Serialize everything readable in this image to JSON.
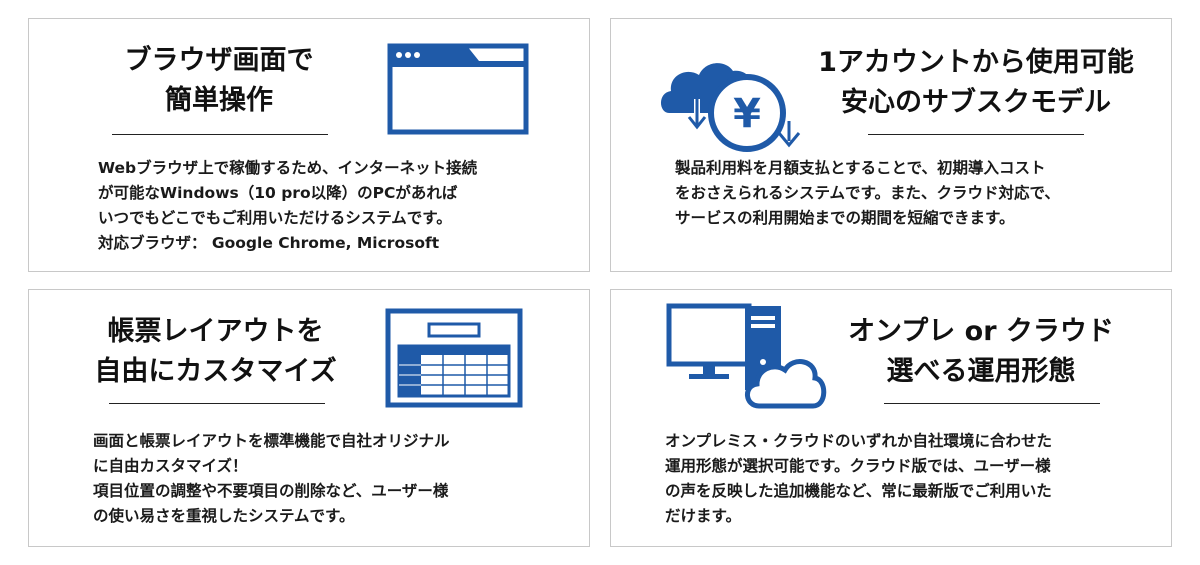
{
  "cards": [
    {
      "title": [
        "ブラウザ画面で",
        "簡単操作"
      ],
      "body": [
        "Webブラウザ上で稼働するため、インターネット接続",
        "が可能なWindows（10 pro以降）のPCがあれば",
        "いつでもどこでもご利用いただけるシステムです。",
        "対応ブラウザ： Google Chrome, Microsoft"
      ],
      "icon": "browser-window-icon"
    },
    {
      "title": [
        "1アカウントから使用可能",
        "安心のサブスクモデル"
      ],
      "body": [
        "製品利用料を月額支払とすることで、初期導入コスト",
        "をおさえられるシステムです。また、クラウド対応で、",
        "サービスの利用開始までの期間を短縮できます。"
      ],
      "icon": "cloud-yen-subscription-icon",
      "icon_text": "¥"
    },
    {
      "title": [
        "帳票レイアウトを",
        "自由にカスタマイズ"
      ],
      "body": [
        "画面と帳票レイアウトを標準機能で自社オリジナル",
        "に自由カスタマイズ！",
        "項目位置の調整や不要項目の削除など、ユーザー様",
        "の使い易さを重視したシステムです。"
      ],
      "icon": "form-layout-icon"
    },
    {
      "title": [
        "オンプレ or クラウド",
        "選べる運用形態"
      ],
      "body": [
        "オンプレミス・クラウドのいずれか自社環境に合わせた",
        "運用形態が選択可能です。クラウド版では、ユーザー様",
        "の声を反映した追加機能など、常に最新版でご利用いた",
        "だけます。"
      ],
      "icon": "pc-cloud-icon"
    }
  ],
  "colors": {
    "icon_blue": "#1f5aa8",
    "border": "#c8c8c8",
    "text": "#111111"
  }
}
